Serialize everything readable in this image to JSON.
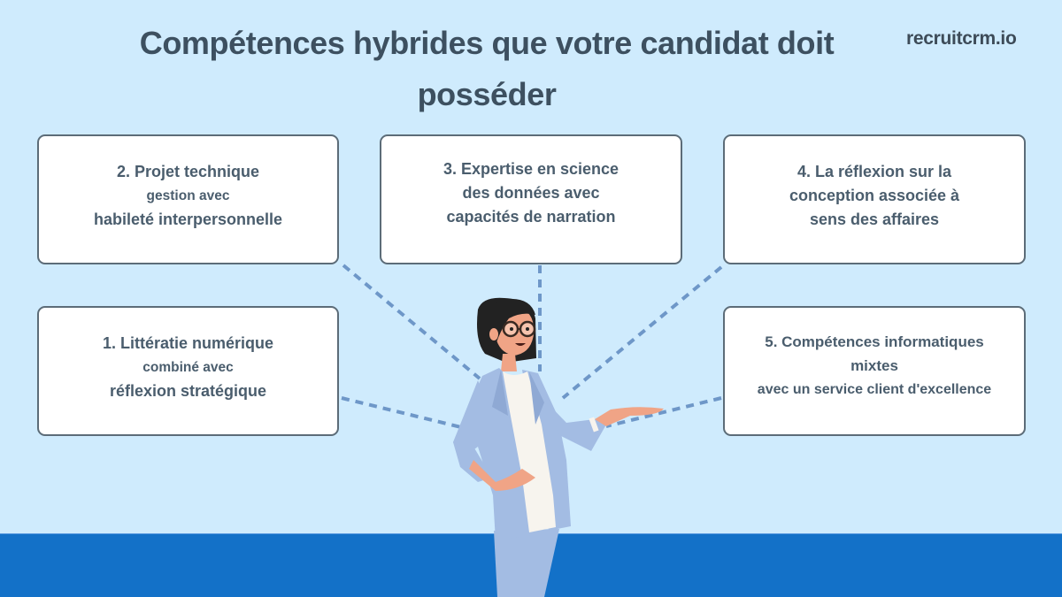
{
  "header": {
    "title": "Compétences hybrides que votre candidat doit posséder",
    "title_line1": "Compétences hybrides que votre candidat doit",
    "title_line2": "posséder",
    "logo": "recruitcrm.io"
  },
  "cards": [
    {
      "number": 1,
      "line1": "1. Littératie numérique",
      "line2": "combiné avec",
      "line3": "réflexion stratégique"
    },
    {
      "number": 2,
      "line1": "2. Projet technique",
      "line2": "gestion avec",
      "line3": "habileté interpersonnelle"
    },
    {
      "number": 3,
      "line1": "3. Expertise en science",
      "line2": "des données avec",
      "line3": "capacités de narration"
    },
    {
      "number": 4,
      "line1": "4. La réflexion sur la",
      "line2": "conception associée à",
      "line3": "sens des affaires"
    },
    {
      "number": 5,
      "line1": "5. Compétences informatiques",
      "line2": "mixtes",
      "line3": "avec un service client d'excellence"
    }
  ],
  "illustration": {
    "subject": "woman-presenter-with-glasses",
    "connector_style": "dashed"
  },
  "colors": {
    "background": "#cfebfd",
    "floor": "#1371c8",
    "card_border": "#5c6c78",
    "text": "#3d5060",
    "connector": "#6e97c8",
    "jacket": "#a3bce3"
  }
}
